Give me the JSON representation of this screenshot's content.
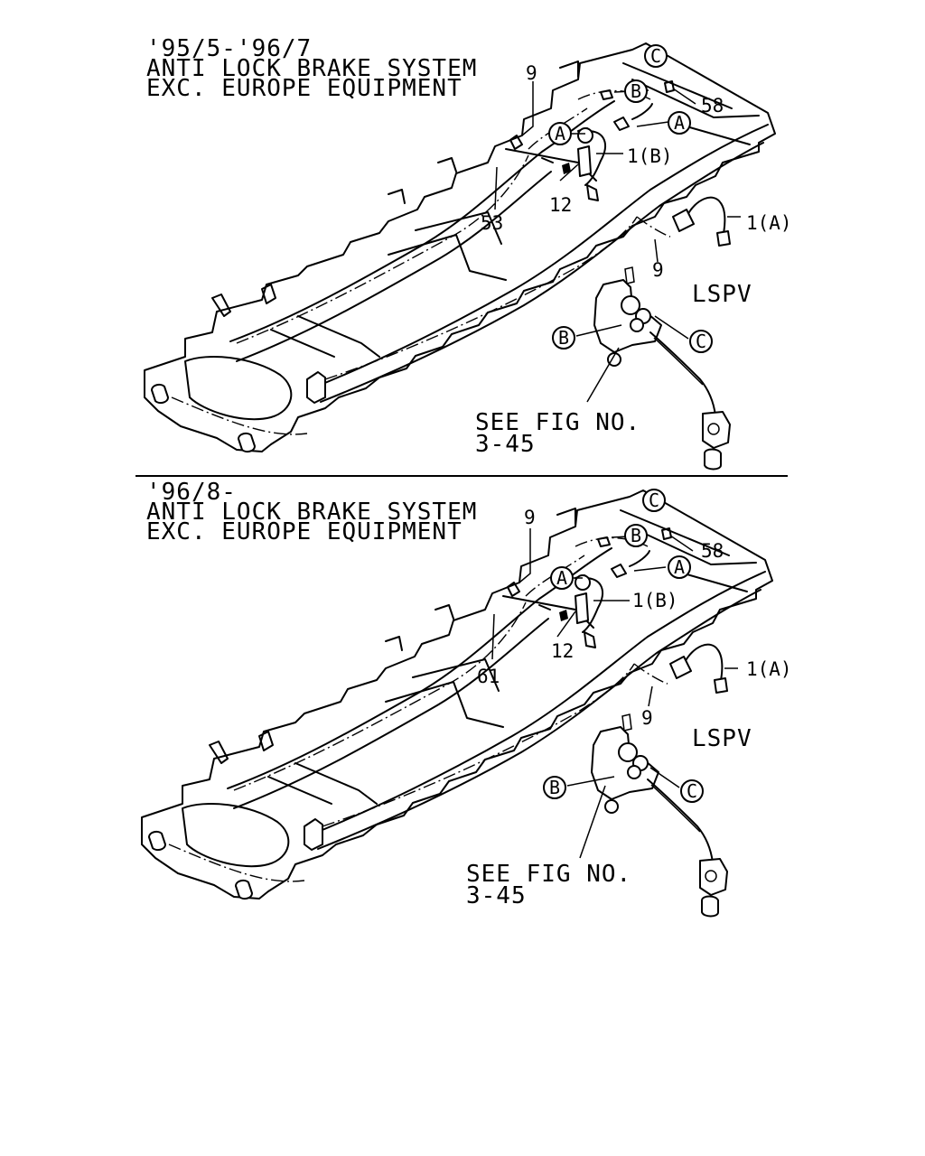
{
  "panels": [
    {
      "header": [
        "'95/5-'96/7",
        "ANTI LOCK BRAKE SYSTEM",
        "EXC. EUROPE EQUIPMENT"
      ],
      "parts": {
        "p9_top": "9",
        "p58": "58",
        "p1b": "1(B)",
        "p12": "12",
        "p53": "53",
        "p1a": "1(A)",
        "p9_bottom": "9",
        "lspv": "LSPV",
        "see_fig_1": "SEE FIG NO.",
        "see_fig_2": "3-45"
      },
      "callouts": {
        "c_top": "C",
        "b_top": "B",
        "a_right": "A",
        "a_left": "A",
        "b_lspv": "B",
        "c_lspv": "C"
      }
    },
    {
      "header": [
        "'96/8-",
        "ANTI LOCK BRAKE SYSTEM",
        "EXC. EUROPE EQUIPMENT"
      ],
      "parts": {
        "p9_top": "9",
        "p58": "58",
        "p1b": "1(B)",
        "p12": "12",
        "p53": "61",
        "p1a": "1(A)",
        "p9_bottom": "9",
        "lspv": "LSPV",
        "see_fig_1": "SEE FIG NO.",
        "see_fig_2": "3-45"
      },
      "callouts": {
        "c_top": "C",
        "b_top": "B",
        "a_right": "A",
        "a_left": "A",
        "b_lspv": "B",
        "c_lspv": "C"
      }
    }
  ]
}
